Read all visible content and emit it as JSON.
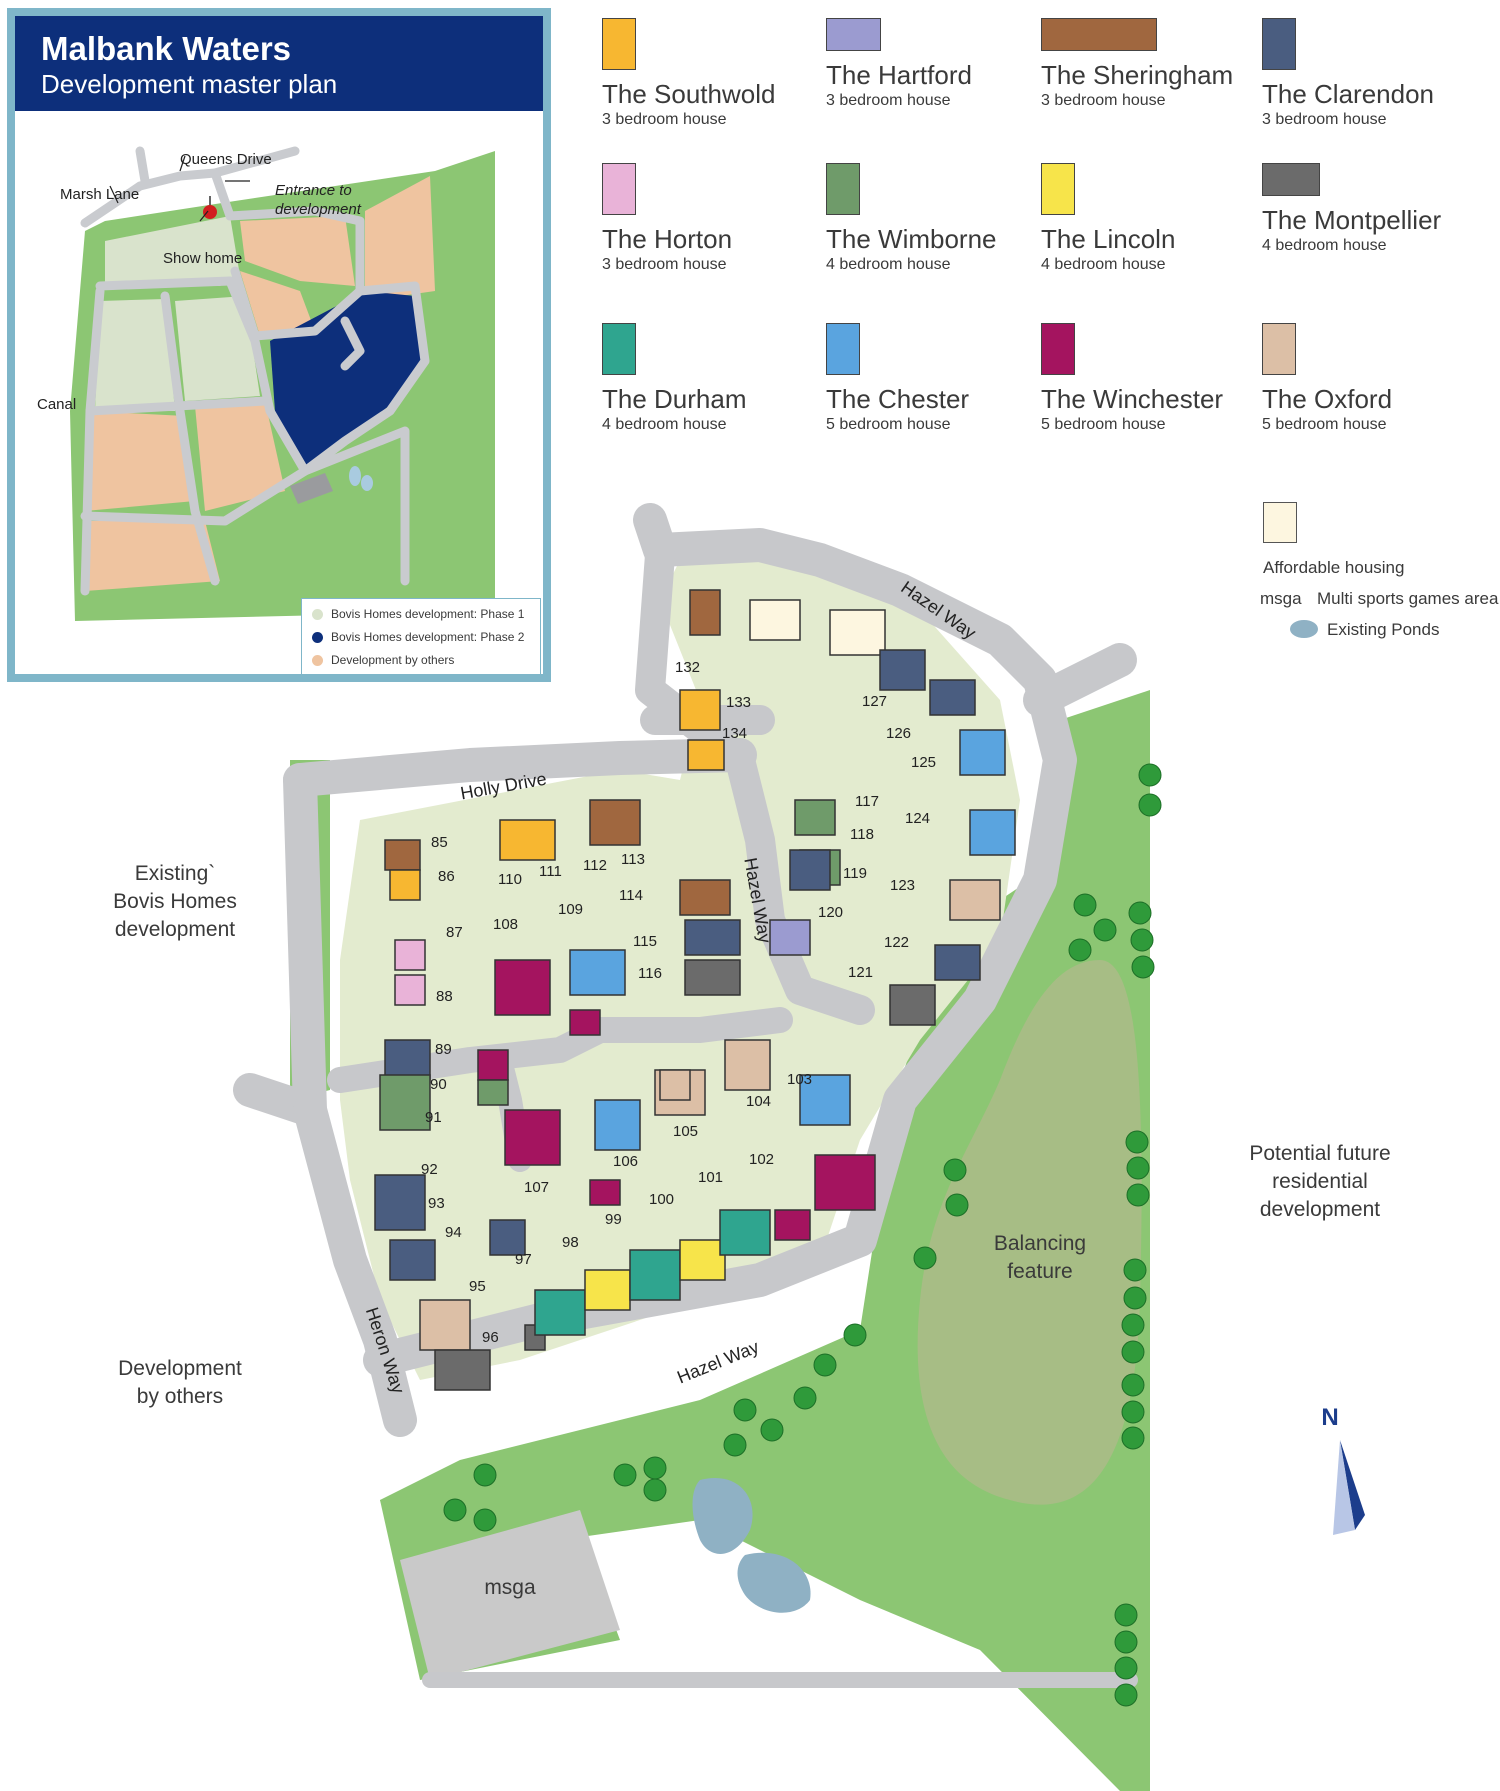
{
  "inset": {
    "title": "Malbank Waters",
    "subtitle": "Development master plan",
    "labels": {
      "queens_drive": "Queens Drive",
      "marsh_lane": "Marsh Lane",
      "entrance_1": "Entrance to",
      "entrance_2": "development",
      "show_home": "Show home",
      "canal": "Canal"
    },
    "key": [
      {
        "label": "Bovis Homes development: Phase 1",
        "color": "#d9e3cc"
      },
      {
        "label": "Bovis Homes development: Phase 2",
        "color": "#0d2f7b"
      },
      {
        "label": "Development by others",
        "color": "#efc4a0"
      }
    ]
  },
  "legend": [
    {
      "name": "The Southwold",
      "desc": "3 bedroom house",
      "color": "#f7b731"
    },
    {
      "name": "The Hartford",
      "desc": "3 bedroom house",
      "color": "#9b9bd0"
    },
    {
      "name": "The Sheringham",
      "desc": "3 bedroom house",
      "color": "#a0673f"
    },
    {
      "name": "The Clarendon",
      "desc": "3 bedroom house",
      "color": "#4a5d80"
    },
    {
      "name": "The Horton",
      "desc": "3 bedroom house",
      "color": "#e9b3d8"
    },
    {
      "name": "The Wimborne",
      "desc": "4 bedroom house",
      "color": "#6f9b6a"
    },
    {
      "name": "The Lincoln",
      "desc": "4 bedroom house",
      "color": "#f7e44a"
    },
    {
      "name": "The Montpellier",
      "desc": "4 bedroom house",
      "color": "#6b6b6b"
    },
    {
      "name": "The Durham",
      "desc": "4 bedroom house",
      "color": "#2fa58f"
    },
    {
      "name": "The Chester",
      "desc": "5 bedroom house",
      "color": "#5aa4df"
    },
    {
      "name": "The Winchester",
      "desc": "5 bedroom house",
      "color": "#a4145f"
    },
    {
      "name": "The Oxford",
      "desc": "5 bedroom house",
      "color": "#dcbfa6"
    }
  ],
  "extras": {
    "affordable": "Affordable housing",
    "msga_abbr": "msga",
    "msga_full": "Multi sports games area",
    "ponds": "Existing Ponds"
  },
  "areas": {
    "existing_1": "Existing`",
    "existing_2": "Bovis Homes",
    "existing_3": "development",
    "future_1": "Potential future",
    "future_2": "residential",
    "future_3": "development",
    "others_1": "Development",
    "others_2": "by others",
    "balancing_1": "Balancing",
    "balancing_2": "feature",
    "msga": "msga",
    "north": "N"
  },
  "roads": {
    "hazel_way_top": "Hazel Way",
    "holly_drive": "Holly Drive",
    "hazel_way_mid": "Hazel Way",
    "heron_way": "Heron Way",
    "hazel_way_bottom": "Hazel Way"
  },
  "plots": [
    "85",
    "86",
    "87",
    "88",
    "89",
    "90",
    "91",
    "92",
    "93",
    "94",
    "95",
    "96",
    "97",
    "98",
    "99",
    "100",
    "101",
    "102",
    "103",
    "104",
    "105",
    "106",
    "107",
    "108",
    "109",
    "110",
    "111",
    "112",
    "113",
    "114",
    "115",
    "116",
    "117",
    "118",
    "119",
    "120",
    "121",
    "122",
    "123",
    "124",
    "125",
    "126",
    "127",
    "132",
    "133",
    "134"
  ]
}
